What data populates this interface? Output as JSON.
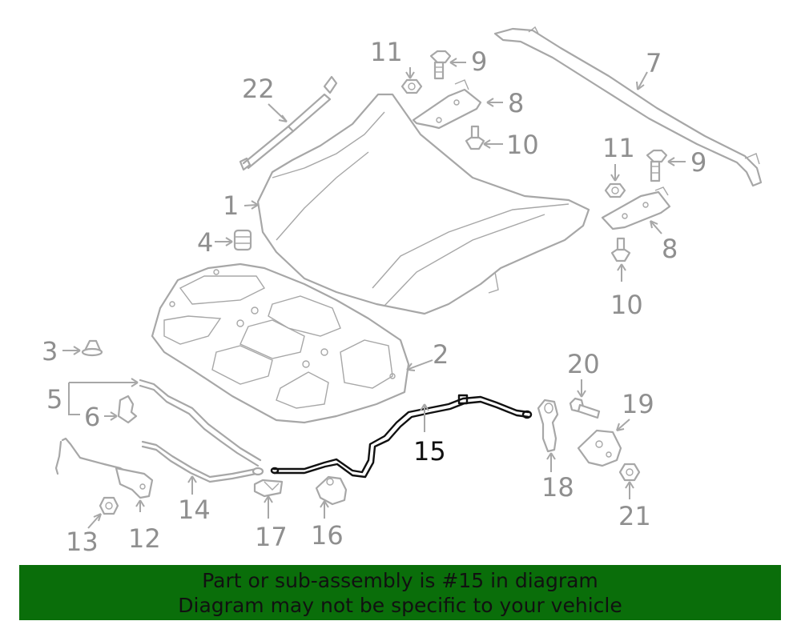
{
  "diagram": {
    "highlight_color": "#111111",
    "part_color": "#a7a7a7",
    "callouts": {
      "c1": "1",
      "c2": "2",
      "c3": "3",
      "c4": "4",
      "c5": "5",
      "c6": "6",
      "c7": "7",
      "c8a": "8",
      "c8b": "8",
      "c9a": "9",
      "c9b": "9",
      "c10a": "10",
      "c10b": "10",
      "c11a": "11",
      "c11b": "11",
      "c12": "12",
      "c13": "13",
      "c14": "14",
      "c15": "15",
      "c16": "16",
      "c17": "17",
      "c18": "18",
      "c19": "19",
      "c20": "20",
      "c21": "21",
      "c22": "22"
    },
    "highlighted_part": "15"
  },
  "banner": {
    "line1": "Part or sub-assembly is #15 in diagram",
    "line2": "Diagram may not be specific to your vehicle",
    "background": "#0a6e0a"
  }
}
